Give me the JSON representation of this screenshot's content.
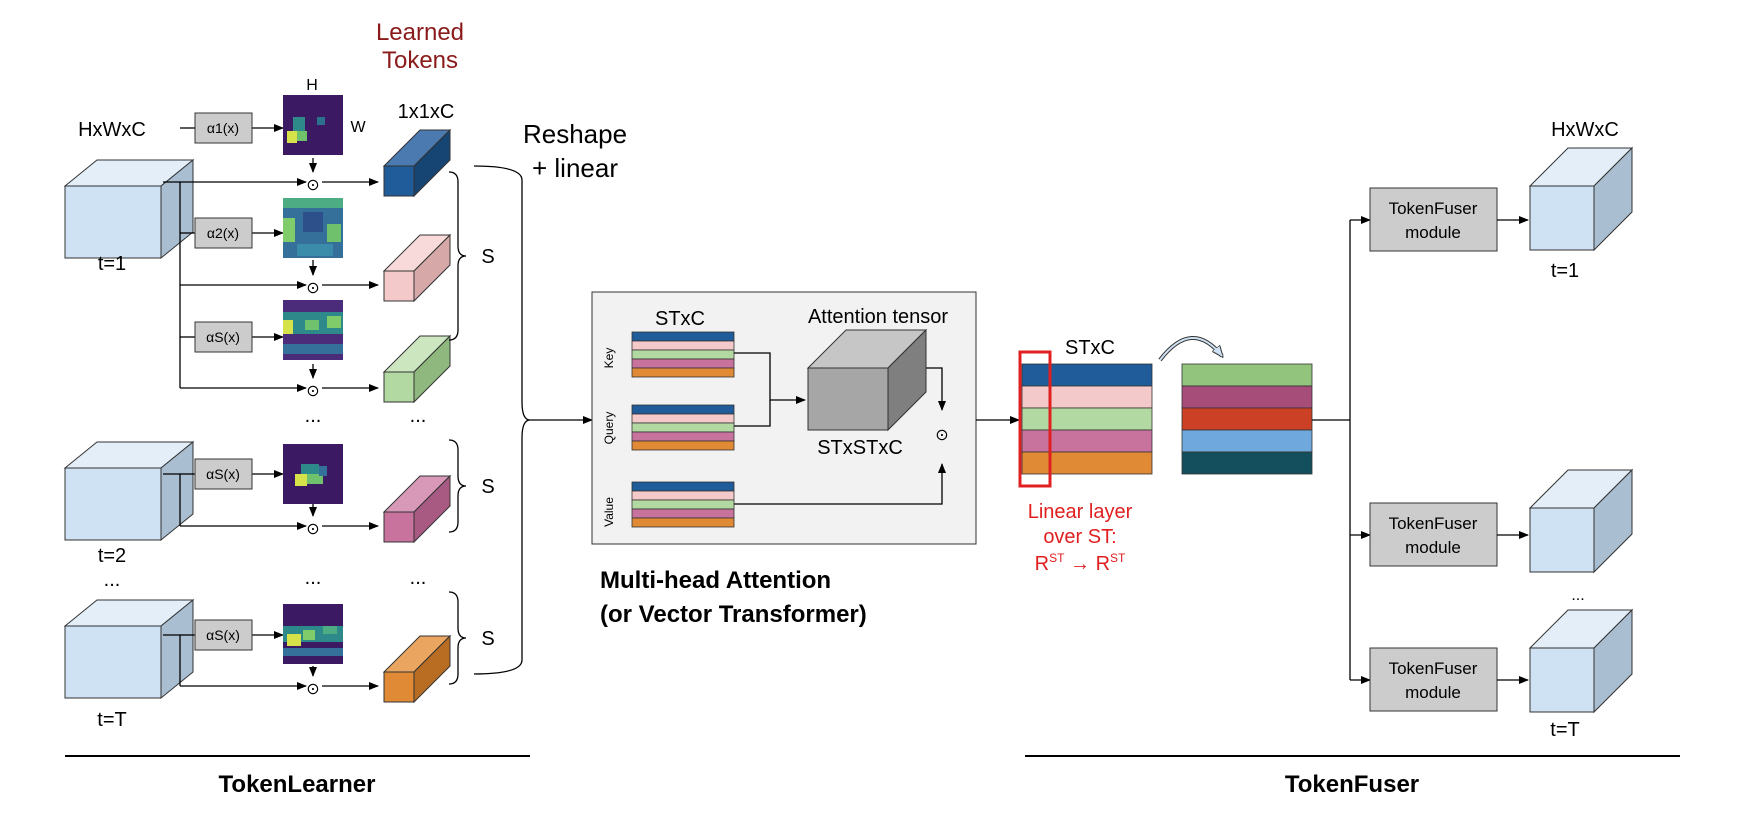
{
  "token_learner": {
    "title": "TokenLearner",
    "learned_tokens_line1": "Learned",
    "learned_tokens_line2": "Tokens",
    "input_dim": "HxWxC",
    "token_dim": "1x1xC",
    "heatmap_h": "H",
    "heatmap_w": "W",
    "reshape_line1": "Reshape",
    "reshape_line2": "+ linear",
    "s_label": "S",
    "dots": "...",
    "odot": "⊙",
    "frames": [
      {
        "t_label": "t=1",
        "alphas": [
          "α1(x)",
          "α2(x)",
          "αS(x)"
        ],
        "token_colors": [
          "#1f5c99",
          "#f4c9c9",
          "#b3d9a3"
        ]
      },
      {
        "t_label": "t=2",
        "alphas": [
          "αS(x)"
        ],
        "token_colors": [
          "#c8739e"
        ]
      },
      {
        "t_label": "t=T",
        "alphas": [
          "αS(x)"
        ],
        "token_colors": [
          "#e08a35"
        ]
      }
    ]
  },
  "attention": {
    "title_line1": "Multi-head Attention",
    "title_line2": "(or Vector Transformer)",
    "stxc": "STxC",
    "key": "Key",
    "query": "Query",
    "value": "Value",
    "tensor_label": "Attention tensor",
    "tensor_dim": "STxSTxC",
    "odot": "⊙",
    "stripe_colors": [
      "#1f5c99",
      "#f4c9c9",
      "#b3d9a3",
      "#c8739e",
      "#e08a35"
    ]
  },
  "linear_layer": {
    "dim": "STxC",
    "caption_line1": "Linear layer",
    "caption_line2": "over ST:",
    "caption_line3": "R",
    "sup": "ST",
    "arrow": " → ",
    "caption_color": "#e02020",
    "input_colors": [
      "#1f5c99",
      "#f4c9c9",
      "#b3d9a3",
      "#c8739e",
      "#e08a35"
    ],
    "output_colors": [
      "#92c47d",
      "#a64d79",
      "#cc4125",
      "#6fa8dc",
      "#134f5c"
    ]
  },
  "token_fuser": {
    "title": "TokenFuser",
    "output_dim": "HxWxC",
    "module_line1": "TokenFuser",
    "module_line2": "module",
    "dots": "...",
    "out_labels": [
      "t=1",
      "t=T"
    ]
  },
  "colors": {
    "cube_front": "#cfe2f3",
    "cube_top": "#e3eef8",
    "cube_side": "#a9bed1",
    "module_fill": "#cccccc",
    "panel_fill": "#f2f2f2",
    "learned_tokens_color": "#8b1a1a"
  }
}
